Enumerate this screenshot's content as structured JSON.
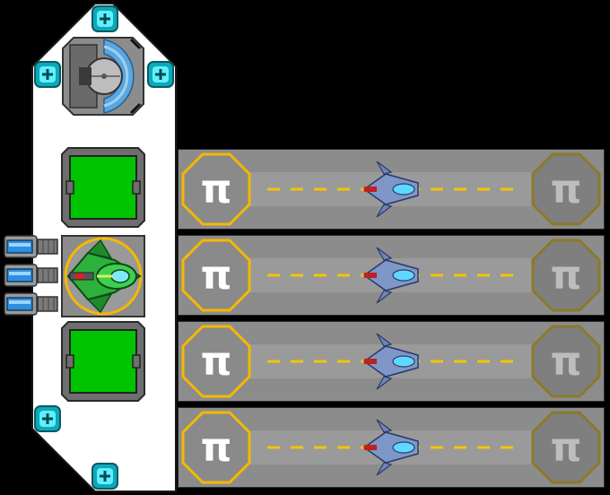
{
  "station": {
    "colors": {
      "hull": "#ffffff",
      "hull_outline": "#1a1a1a",
      "bay_fill": "#00c400",
      "bay_frame": "#6e6e6e",
      "lane_floor": "#8c8c8c",
      "lane_marker": "#f5c400",
      "pad_ring_active": "#f5b800",
      "pad_ring_inactive": "#8a7a2a",
      "socket_cyan": "#19c8d8",
      "launcher_blue": "#2e8fe0",
      "player_green": "#2db03c",
      "enemy_steel": "#7f96c8"
    },
    "sockets": [
      {
        "id": "top",
        "icon": "plus-socket-icon"
      },
      {
        "id": "upper-left",
        "icon": "plus-socket-icon"
      },
      {
        "id": "upper-right",
        "icon": "plus-socket-icon"
      },
      {
        "id": "lower-left",
        "icon": "plus-socket-icon"
      },
      {
        "id": "bottom",
        "icon": "plus-socket-icon"
      }
    ],
    "bays": [
      {
        "id": "upper",
        "state": "empty"
      },
      {
        "id": "lower",
        "state": "empty"
      }
    ],
    "launchers": {
      "count": 3,
      "icon": "missile-launcher-icon"
    },
    "player_ship": {
      "icon": "green-fighter-ship-icon",
      "selected": true
    },
    "core_module": {
      "icon": "reactor-core-icon"
    }
  },
  "lanes": [
    {
      "id": 1,
      "start_pad_glyph": "π",
      "end_pad_glyph": "π",
      "ship_icon": "blue-fighter-ship-icon"
    },
    {
      "id": 2,
      "start_pad_glyph": "π",
      "end_pad_glyph": "π",
      "ship_icon": "blue-fighter-ship-icon"
    },
    {
      "id": 3,
      "start_pad_glyph": "π",
      "end_pad_glyph": "π",
      "ship_icon": "blue-fighter-ship-icon"
    },
    {
      "id": 4,
      "start_pad_glyph": "π",
      "end_pad_glyph": "π",
      "ship_icon": "blue-fighter-ship-icon"
    }
  ]
}
